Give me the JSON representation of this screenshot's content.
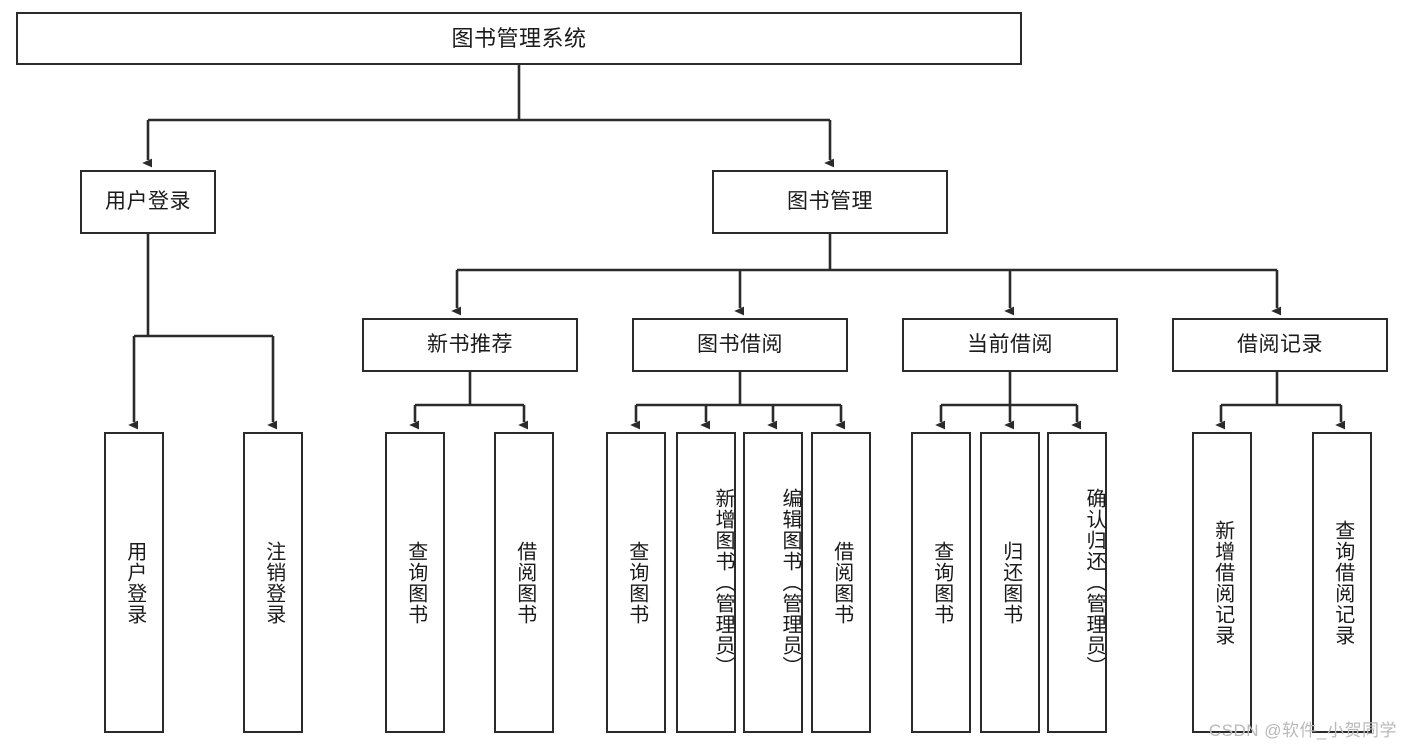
{
  "diagram": {
    "type": "tree-hierarchy",
    "title": "图书管理系统",
    "root": {
      "id": "root",
      "label": "图书管理系统"
    },
    "level1": [
      {
        "id": "user-login",
        "label": "用户登录"
      },
      {
        "id": "book-management",
        "label": "图书管理"
      }
    ],
    "level2": [
      {
        "id": "new-book-recommend",
        "label": "新书推荐",
        "parent": "book-management"
      },
      {
        "id": "book-borrow",
        "label": "图书借阅",
        "parent": "book-management"
      },
      {
        "id": "current-borrow",
        "label": "当前借阅",
        "parent": "book-management"
      },
      {
        "id": "borrow-record",
        "label": "借阅记录",
        "parent": "book-management"
      }
    ],
    "leaves": {
      "user_login": [
        {
          "id": "leaf-user-login",
          "label": "用户登录"
        },
        {
          "id": "leaf-logout-login",
          "label": "注销登录"
        }
      ],
      "new_book_recommend": [
        {
          "id": "leaf-query-book-1",
          "label": "查询图书"
        },
        {
          "id": "leaf-borrow-book-1",
          "label": "借阅图书"
        }
      ],
      "book_borrow": [
        {
          "id": "leaf-query-book-2",
          "label": "查询图书"
        },
        {
          "id": "leaf-add-book",
          "label": "新增图书（管理员）"
        },
        {
          "id": "leaf-edit-book",
          "label": "编辑图书（管理员）"
        },
        {
          "id": "leaf-borrow-book-2",
          "label": "借阅图书"
        }
      ],
      "current_borrow": [
        {
          "id": "leaf-query-book-3",
          "label": "查询图书"
        },
        {
          "id": "leaf-return-book",
          "label": "归还图书"
        },
        {
          "id": "leaf-confirm-return",
          "label": "确认归还（管理员）"
        }
      ],
      "borrow_record": [
        {
          "id": "leaf-add-borrow-record",
          "label": "新增借阅记录"
        },
        {
          "id": "leaf-query-borrow-record",
          "label": "查询借阅记录"
        }
      ]
    },
    "watermark": "CSDN @软件_小贺同学",
    "colors": {
      "box_border": "#2b2b2b",
      "box_fill": "#ffffff",
      "connector": "#2b2b2b",
      "text": "#1a1a1a",
      "watermark": "#b9b9b9",
      "background": "#ffffff"
    }
  }
}
